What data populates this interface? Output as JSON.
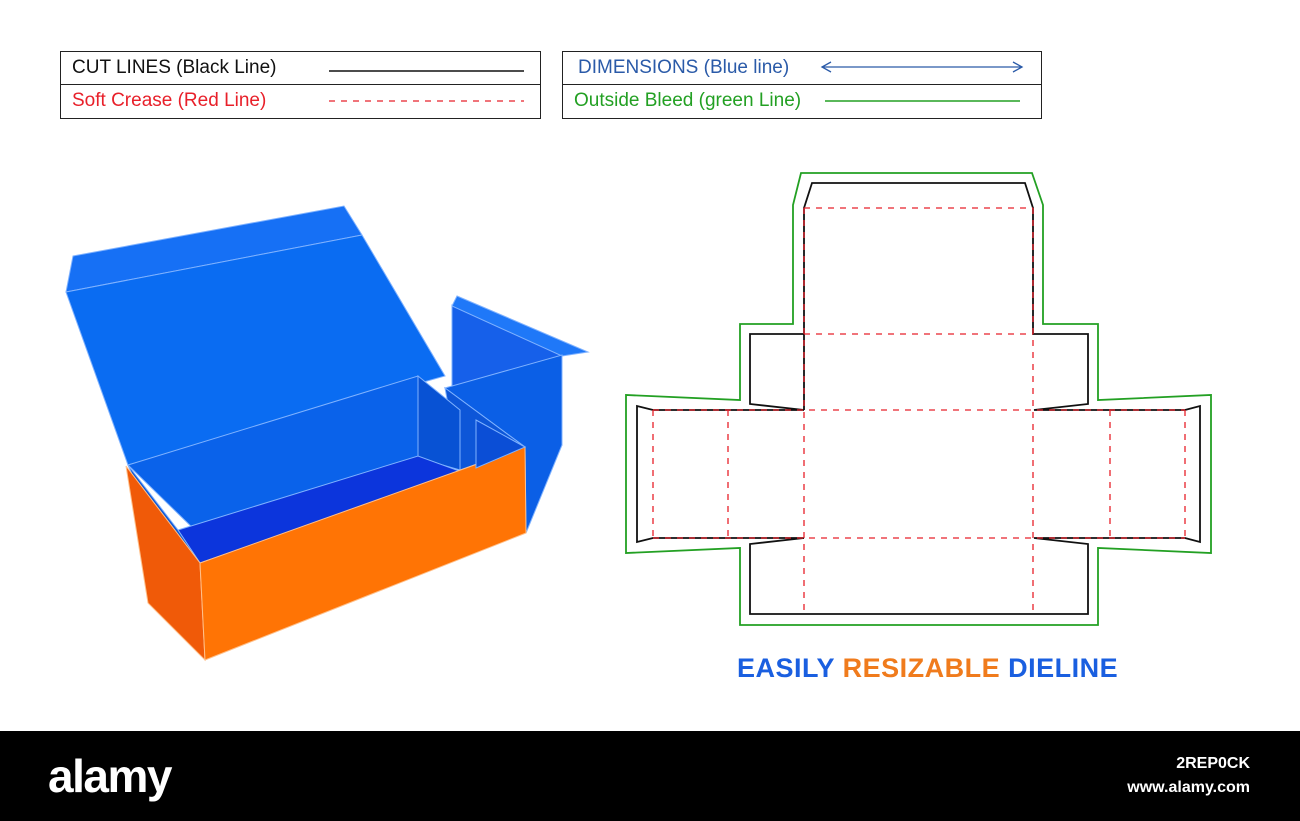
{
  "legend": {
    "cut_lines": "CUT LINES (Black Line)",
    "soft_crease": "Soft Crease (Red Line)",
    "dimensions": "DIMENSIONS (Blue line)",
    "outside_bleed": "Outside Bleed (green Line)"
  },
  "tagline": {
    "word1": "EASILY",
    "word2": "RESIZABLE",
    "word3": "DIELINE"
  },
  "footer": {
    "logo": "alamy",
    "image_id": "2REP0CK",
    "url": "www.alamy.com"
  },
  "colors": {
    "cut": "#111111",
    "crease": "#e8202a",
    "dimension": "#2a5aa8",
    "bleed": "#23a023",
    "box_blue": "#0a6cf2",
    "box_orange": "#ff7405",
    "tag_blue": "#1a5fe0",
    "tag_orange": "#f07b1c"
  }
}
